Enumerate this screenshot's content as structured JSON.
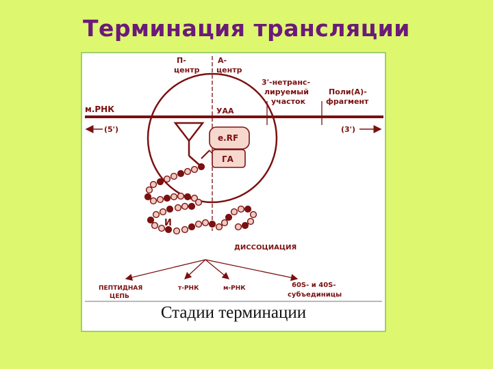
{
  "slide": {
    "title": "Терминация трансляции"
  },
  "figure": {
    "labels": {
      "p_site_line1": "П-",
      "p_site_line2": "центр",
      "a_site_line1": "А-",
      "a_site_line2": "центр",
      "utr_line1": "3'-нетранс-",
      "utr_line2": "лируемый",
      "utr_line3": "участок",
      "polya_line1": "Поли(А)-",
      "polya_line2": "фрагмент",
      "mrna": "м.РНК",
      "five_prime": "(5')",
      "three_prime": "(3')",
      "stop_codon": "УАА",
      "erf": "e.RF",
      "ga": "ГА",
      "peptide_end": "И",
      "dissociation": "ДИССОЦИАЦИЯ",
      "peptide_chain_line1": "ПЕПТИДНАЯ",
      "peptide_chain_line2": "ЦЕПЬ",
      "trna": "т-РНК",
      "mrna_product": "м-РНК",
      "subunits_line1": "60S- и 40S-",
      "subunits_line2": "субъединицы"
    },
    "caption": "Стадии терминации"
  },
  "colors": {
    "background": "#ddf76f",
    "title": "#6b1a78",
    "diagram_ink": "#7a1010",
    "factor_fill": "#f6d8cf"
  }
}
